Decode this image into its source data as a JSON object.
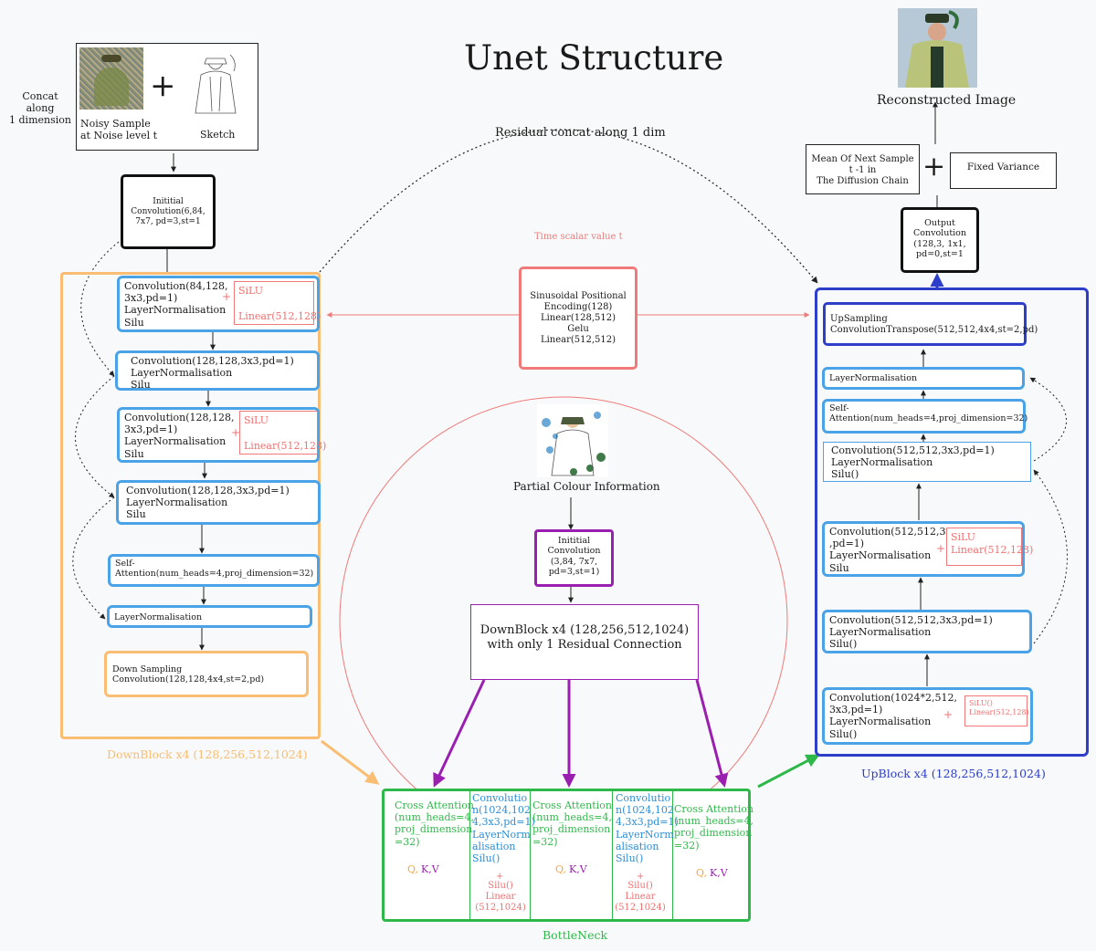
{
  "title": "Unet Structure",
  "input": {
    "concat_label": "Concat  along\n1 dimension",
    "noisy_label": "Noisy Sample\nat Noise level t",
    "sketch_label": "Sketch",
    "plus": "+"
  },
  "init_conv": "Inititial\nConvolution(6,84,\n7x7, pd=3,st=1",
  "residual_label": "Residual concat along 1 dim",
  "downblock": {
    "conv1": "Convolution(84,128,\n3x3,pd=1)\nLayerNormalisation\nSilu",
    "silu1": "SiLU\n\nLinear(512,128)",
    "conv2": "Convolution(128,128,3x3,pd=1)\nLayerNormalisation\nSilu",
    "conv3": "Convolution(128,128,\n3x3,pd=1)\nLayerNormalisation\nSilu",
    "silu3": "SiLU\n\nLinear(512,128)",
    "conv4": "Convolution(128,128,3x3,pd=1)\nLayerNormalisation\nSilu",
    "attn": "Self-\nAttention(num_heads=4,proj_dimension=32)",
    "norm": "LayerNormalisation",
    "down": "Down Sampling\nConvolution(128,128,4x4,st=2,pd)",
    "label": "DownBlock x4 (128,256,512,1024)",
    "plus": "+"
  },
  "time": {
    "label": "Time scalar value t",
    "embedding": "Sinusoidal Positional\nEncoding(128)\nLinear(128,512)\nGelu\nLinear(512,512)"
  },
  "partial": {
    "label": "Partial Colour Information",
    "init_conv": "Inititial\nConvolution\n(3,84, 7x7,\npd=3,st=1)",
    "downblock": "DownBlock x4 (128,256,512,1024)\nwith only 1 Residual Connection"
  },
  "bottleneck": {
    "label": "BottleNeck",
    "cross_attn": "Cross Attention\n(num_heads=4,\nproj_dimension\n=32)",
    "cross_attn_2": "Cross Attention\n(num_heads=4,\nproj_dimension\n=32)",
    "cross_attn_3": "Cross Attention\n(num_heads=4,\nproj_dimension\n=32)",
    "conv": "Convolutio\nn(1024,102\n4,3x3,pd=1)\nLayerNorm\nalisation\nSilu()",
    "conv_2": "Convolutio\nn(1024,102\n4,3x3,pd=1)\nLayerNorm\nalisation\nSilu()",
    "plus": "+",
    "silu_linear": "Silu()\nLinear\n(512,1024)",
    "q": "Q,",
    "kv": "K,V"
  },
  "output": {
    "reconstructed": "Reconstructed Image",
    "mean": "Mean Of Next Sample\nt -1 in\nThe Diffusion Chain",
    "variance": "Fixed Variance",
    "plus": "+",
    "conv": "Output\nConvolution\n(128,3, 1x1,\npd=0,st=1"
  },
  "upblock": {
    "upsample": "UpSampling\nConvolutionTranspose(512,512,4x4,st=2,pd)",
    "norm": "LayerNormalisation",
    "attn": "Self-\nAttention(num_heads=4,proj_dimension=32)",
    "conv_a": "Convolution(512,512,3x3,pd=1)\nLayerNormalisation\nSilu()",
    "conv_b": "Convolution(512,512,3x3\n,pd=1)\nLayerNormalisation\nSilu",
    "silu_b": "SiLU\nLinear(512,128)",
    "conv_c": "Convolution(512,512,3x3,pd=1)\nLayerNormalisation\nSilu()",
    "conv_d": "Convolution(1024*2,512,\n3x3,pd=1)\nLayerNormalisation\nSilu()",
    "silu_d": "SiLU()\nLinear(512,128)",
    "label": "UpBlock x4 (128,256,512,1024)",
    "plus": "+"
  },
  "colors": {
    "orange": "#f9bd73",
    "blue": "#4aa3e6",
    "navy": "#2d3ec9",
    "salmon": "#f07a7a",
    "purple": "#9a1fb0",
    "green": "#2fb84a"
  }
}
